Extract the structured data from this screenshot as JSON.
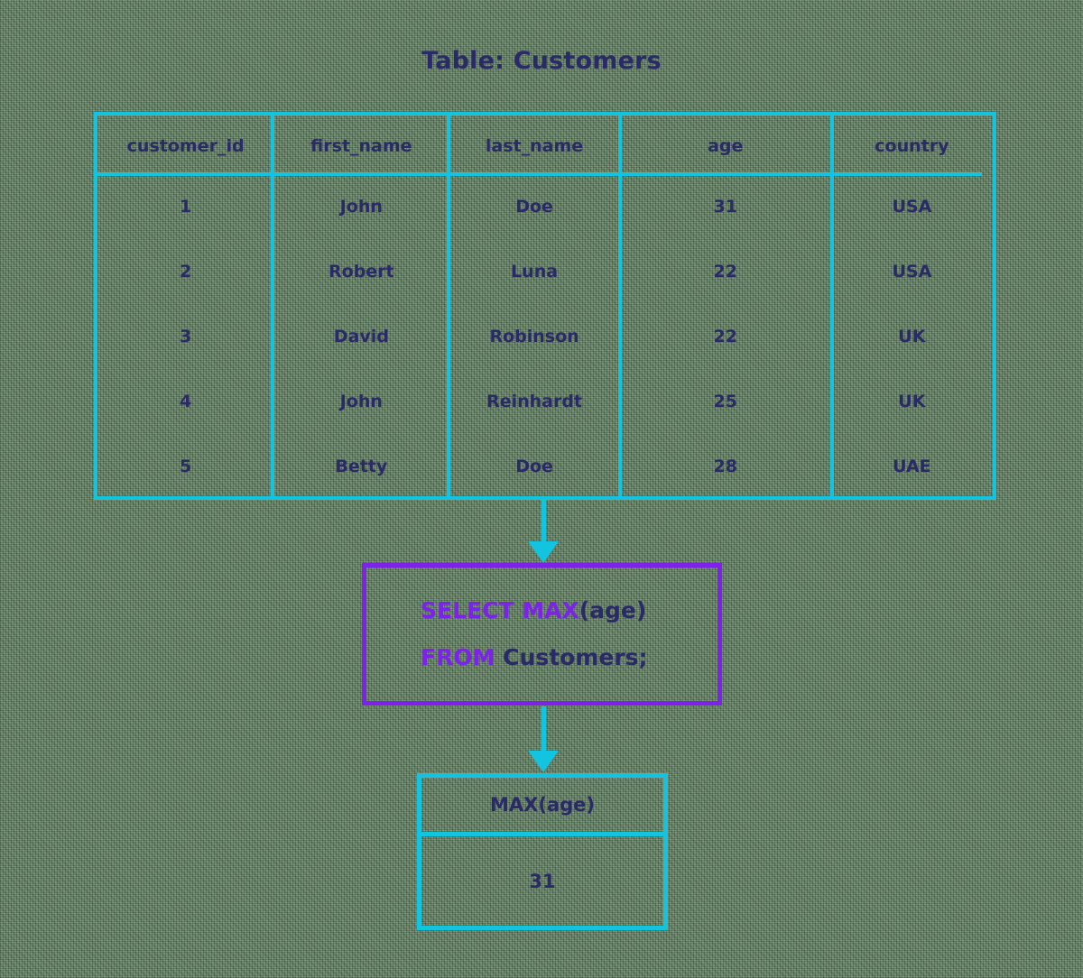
{
  "title": "Table: Customers",
  "colors": {
    "accent_cyan": "#12c4e0",
    "accent_purple": "#7d22e8",
    "text_navy": "#2b2a68",
    "background": "#6d8d6d"
  },
  "customers_table": {
    "columns": [
      "customer_id",
      "first_name",
      "last_name",
      "age",
      "country"
    ],
    "rows": [
      {
        "customer_id": "1",
        "first_name": "John",
        "last_name": "Doe",
        "age": "31",
        "country": "USA"
      },
      {
        "customer_id": "2",
        "first_name": "Robert",
        "last_name": "Luna",
        "age": "22",
        "country": "USA"
      },
      {
        "customer_id": "3",
        "first_name": "David",
        "last_name": "Robinson",
        "age": "22",
        "country": "UK"
      },
      {
        "customer_id": "4",
        "first_name": "John",
        "last_name": "Reinhardt",
        "age": "25",
        "country": "UK"
      },
      {
        "customer_id": "5",
        "first_name": "Betty",
        "last_name": "Doe",
        "age": "28",
        "country": "UAE"
      }
    ]
  },
  "sql_query": {
    "line1_keyword": "SELECT MAX",
    "line1_identifier": "(age)",
    "line2_keyword": "FROM ",
    "line2_identifier": "Customers;",
    "full_text": "SELECT MAX(age) FROM Customers;"
  },
  "result_table": {
    "header": "MAX(age)",
    "value": "31"
  },
  "arrows": {
    "arrow1_name": "table-to-query-arrow",
    "arrow2_name": "query-to-result-arrow"
  }
}
